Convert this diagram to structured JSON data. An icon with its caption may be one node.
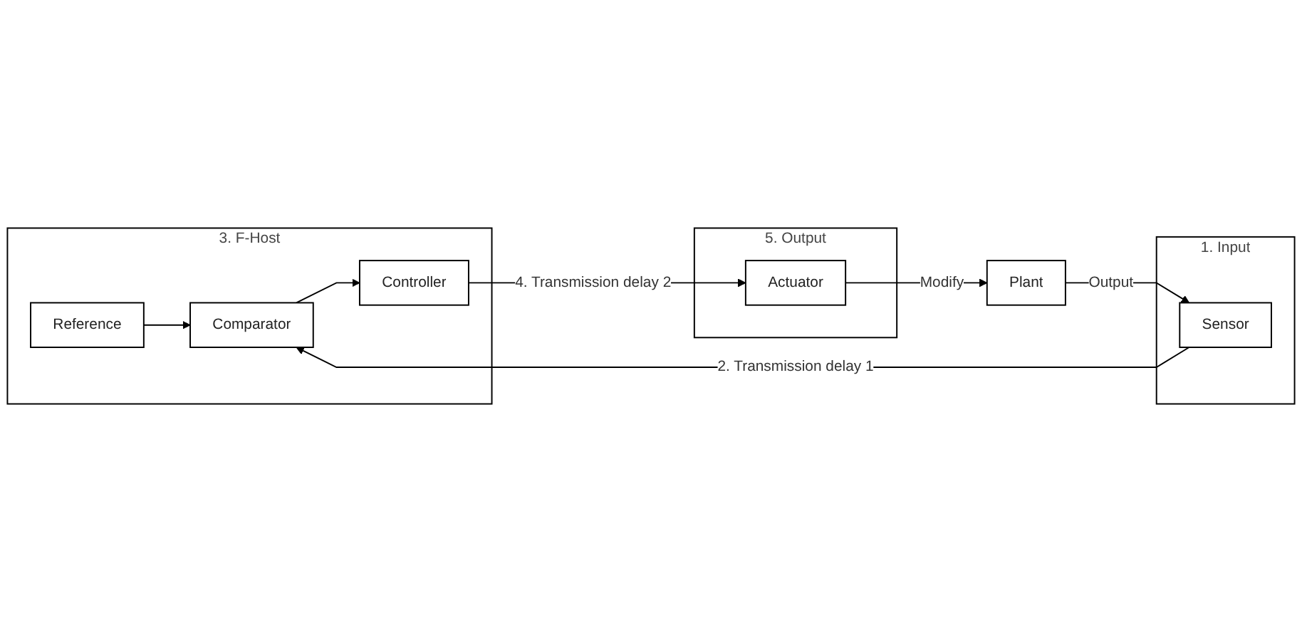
{
  "diagram": {
    "nodes": [
      {
        "text": [
          "3. F-Host"
        ]
      },
      {
        "text": [
          "Comparator"
        ],
        "in": 0
      },
      {
        "text": [
          "Controller"
        ],
        "in": 0
      },
      {
        "text": [
          "Reference"
        ],
        "in": 0
      },
      {
        "text": [
          "1. Input"
        ]
      },
      {
        "text": [
          "Sensor"
        ],
        "in": 4
      },
      {
        "text": [
          "Plant"
        ]
      },
      {
        "text": [
          "5. Output"
        ]
      },
      {
        "text": [
          "Actuator"
        ],
        "in": 7
      }
    ],
    "edges": [
      {
        "from": 5,
        "to": 1,
        "arrow": "to",
        "label": "2. Transmission delay 1"
      },
      {
        "from": 1,
        "to": 2,
        "arrow": "to"
      },
      {
        "from": 3,
        "to": 1,
        "arrow": "to"
      },
      {
        "from": 2,
        "to": 8,
        "arrow": "to",
        "label": "4. Transmission delay 2"
      },
      {
        "from": 8,
        "to": 6,
        "arrow": "to",
        "label": "Modify"
      },
      {
        "from": 6,
        "to": 5,
        "arrow": "to",
        "label": "Output"
      }
    ]
  }
}
